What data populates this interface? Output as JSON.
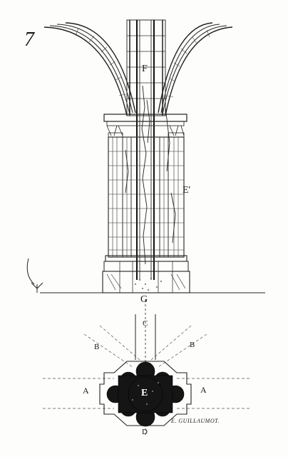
{
  "figure": {
    "number": "7",
    "signature": "E. GUILLAUMOT."
  },
  "elevation_labels": {
    "F": "F",
    "E_prime": "E'",
    "G": "G"
  },
  "plan_labels": {
    "C": "C",
    "B_left": "B",
    "B_right": "B",
    "A_left": "A",
    "A_right": "A",
    "E": "E",
    "D": "D"
  }
}
